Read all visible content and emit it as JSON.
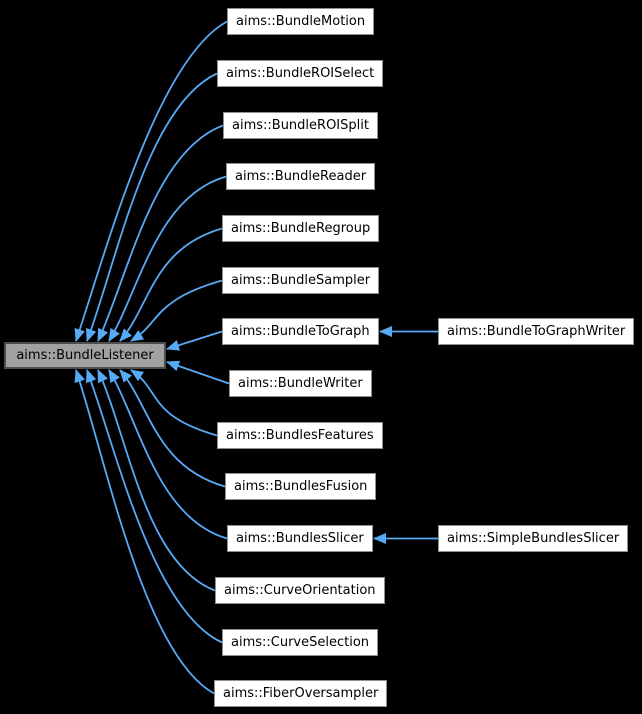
{
  "diagram": {
    "kind": "inheritance-graph",
    "colors": {
      "background": "#000000",
      "edge": "#57aaf5",
      "node_fill": "#ffffff",
      "node_border": "#8f8f8f",
      "base_fill": "#a1a1a1",
      "base_border": "#4e4e4e",
      "text": "#000000"
    },
    "base_node": {
      "label": "aims::BundleListener"
    },
    "derived_nodes": [
      {
        "label": "aims::BundleMotion"
      },
      {
        "label": "aims::BundleROISelect"
      },
      {
        "label": "aims::BundleROISplit"
      },
      {
        "label": "aims::BundleReader"
      },
      {
        "label": "aims::BundleRegroup"
      },
      {
        "label": "aims::BundleSampler"
      },
      {
        "label": "aims::BundleToGraph"
      },
      {
        "label": "aims::BundleWriter"
      },
      {
        "label": "aims::BundlesFeatures"
      },
      {
        "label": "aims::BundlesFusion"
      },
      {
        "label": "aims::BundlesSlicer"
      },
      {
        "label": "aims::CurveOrientation"
      },
      {
        "label": "aims::CurveSelection"
      },
      {
        "label": "aims::FiberOversampler"
      }
    ],
    "second_level_nodes": [
      {
        "label": "aims::BundleToGraphWriter",
        "parent": "aims::BundleToGraph",
        "parent_index": 6
      },
      {
        "label": "aims::SimpleBundlesSlicer",
        "parent": "aims::BundlesSlicer",
        "parent_index": 10
      }
    ]
  }
}
